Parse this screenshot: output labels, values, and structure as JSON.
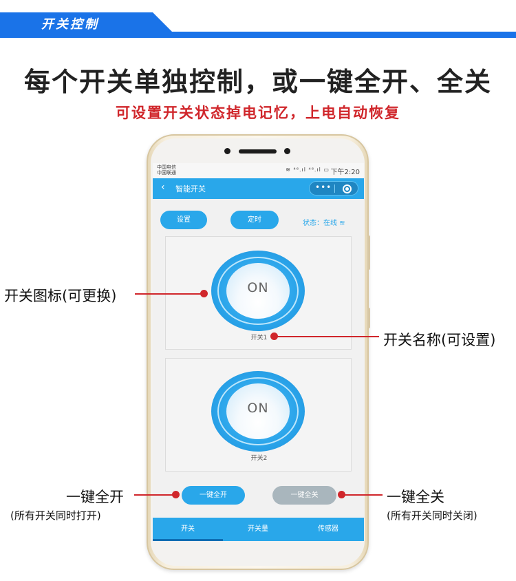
{
  "header": {
    "section_title": "开关控制",
    "headline": "每个开关单独控制，或一键全开、全关",
    "subline": "可设置开关状态掉电记忆，上电自动恢复"
  },
  "phone": {
    "status_bar": {
      "carrier_1": "中国电信",
      "carrier_2": "中国联通",
      "signal_icons": "≋ ⁴⁶.ıl ⁴⁶.ıl ▭",
      "time": "下午2:20"
    },
    "nav": {
      "back_icon": "‹",
      "title": "智能开关",
      "more_icon": "•••"
    },
    "toolbar": {
      "settings_label": "设置",
      "timer_label": "定时",
      "status_text": "状态：在线 ≋"
    },
    "switches": [
      {
        "state_label": "ON",
        "name": "开关1"
      },
      {
        "state_label": "ON",
        "name": "开关2"
      }
    ],
    "actions": {
      "all_on_label": "一键全开",
      "all_off_label": "一键全关"
    },
    "tabs": [
      {
        "label": "开关"
      },
      {
        "label": "开关量"
      },
      {
        "label": "传感器"
      }
    ]
  },
  "annotations": {
    "switch_icon": "开关图标(可更换)",
    "switch_name": "开关名称(可设置)",
    "all_on_title": "一键全开",
    "all_on_desc": "(所有开关同时打开)",
    "all_off_title": "一键全关",
    "all_off_desc": "(所有开关同时关闭)"
  },
  "colors": {
    "brand_blue": "#1a73e8",
    "app_blue": "#29a7ea",
    "accent_red": "#d0262b",
    "disabled_gray": "#a9b6bd"
  }
}
